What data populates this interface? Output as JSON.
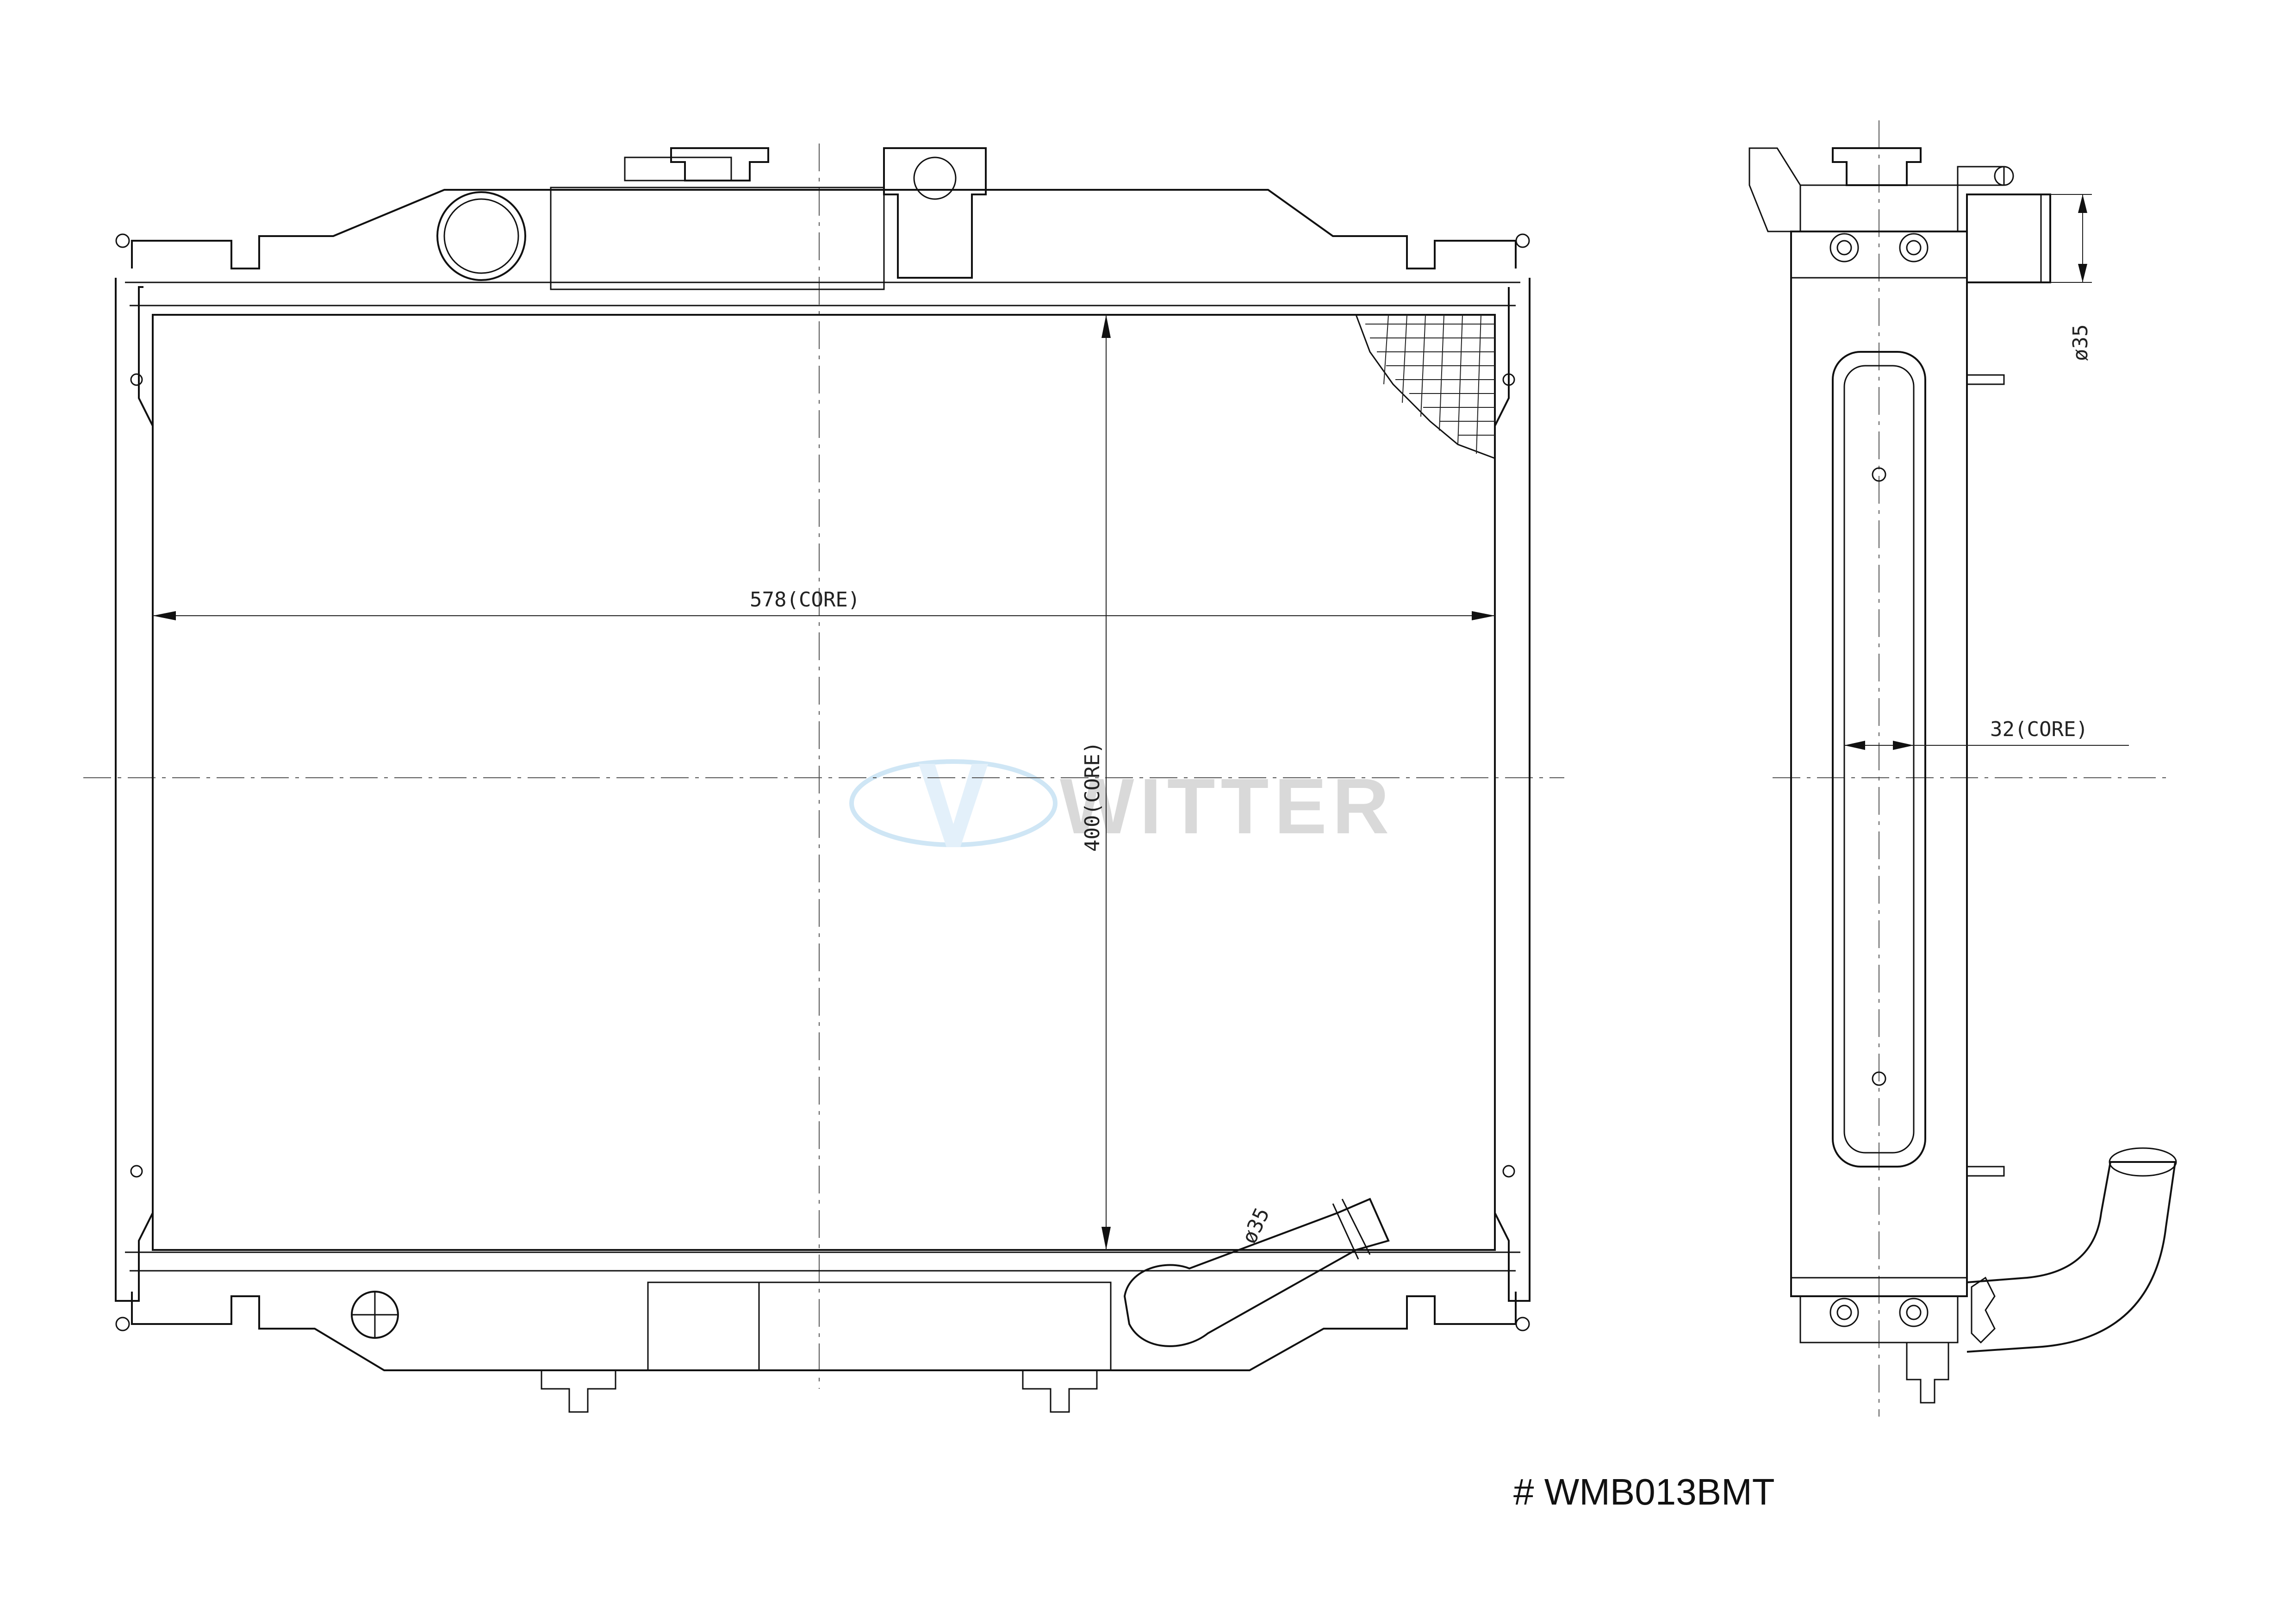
{
  "watermark": {
    "text": "WITTER",
    "color": "#d9d9d9",
    "logo_color": "#cfe6f5"
  },
  "dimensions": {
    "core_width": "578(CORE)",
    "core_height": "400(CORE)",
    "core_thickness": "32(CORE)",
    "inlet_diameter": "ø35",
    "outlet_diameter": "ø35"
  },
  "part_number": "# WMB013BMT"
}
